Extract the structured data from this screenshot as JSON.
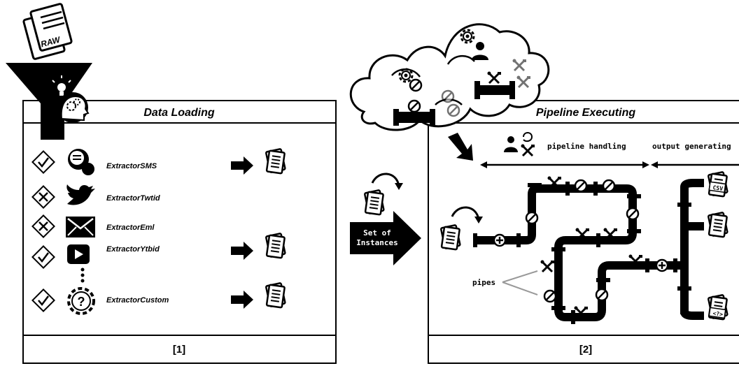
{
  "raw_badge": "RAW",
  "panel1": {
    "title": "Data Loading",
    "footer": "[1]",
    "extractors": [
      {
        "label": "ExtractorSMS",
        "status": "check",
        "icon": "sms-bubble-icon",
        "has_output": true
      },
      {
        "label": "ExtractorTwtid",
        "status": "cross",
        "icon": "twitter-bird-icon",
        "has_output": false
      },
      {
        "label": "ExtractorEml",
        "status": "cross",
        "icon": "envelope-icon",
        "has_output": false
      },
      {
        "label": "ExtractorYtbid",
        "status": "check",
        "icon": "youtube-play-icon",
        "has_output": true
      },
      {
        "label": "ExtractorCustom",
        "status": "check",
        "icon": "custom-gear-question-icon",
        "has_output": true
      }
    ]
  },
  "middle": {
    "arrow_label_line1": "Set of",
    "arrow_label_line2": "Instances"
  },
  "panel2": {
    "title": "Pipeline Executing",
    "footer": "[2]",
    "phase_handling": "pipeline handling",
    "phase_output": "output generating",
    "pipes_label": "pipes",
    "outputs": [
      {
        "badge": "CSV"
      },
      {
        "badge": ""
      },
      {
        "badge": "<?>"
      }
    ]
  }
}
